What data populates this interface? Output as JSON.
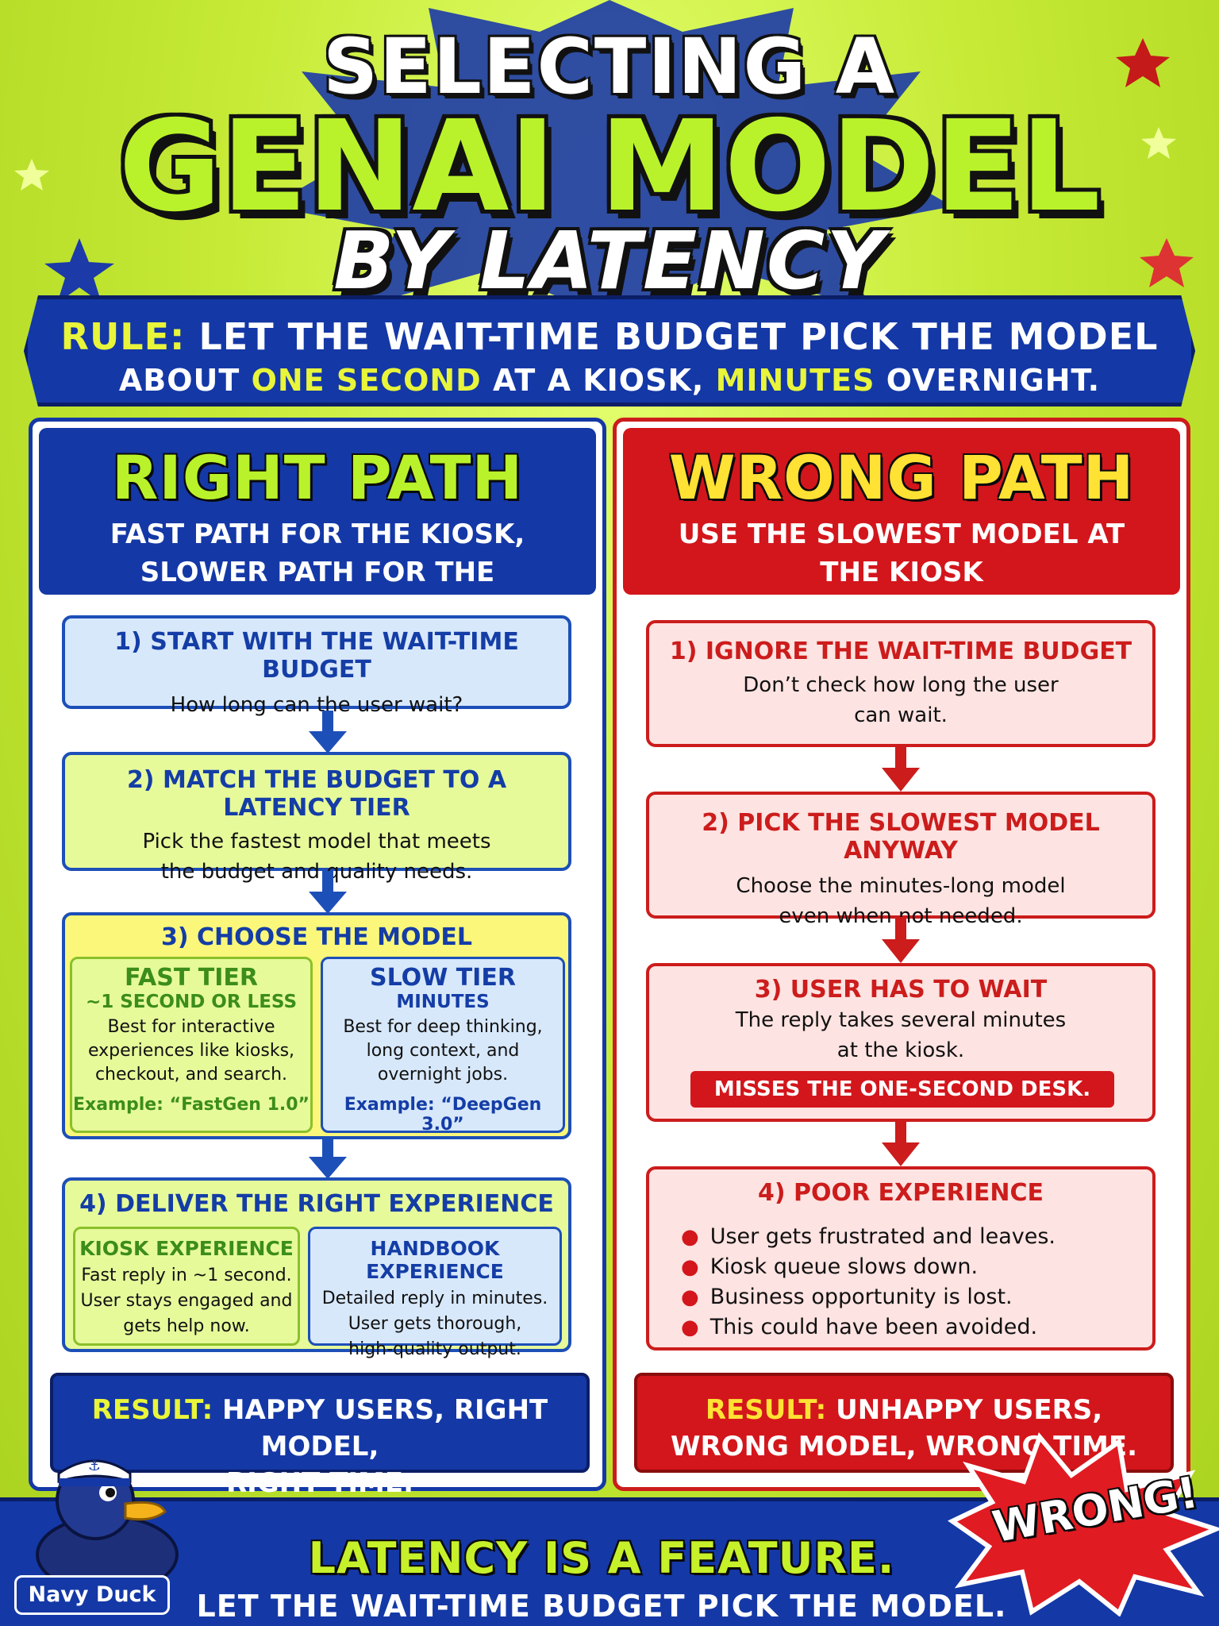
{
  "title": {
    "line1": "SELECTING A",
    "line2": "GENAI MODEL",
    "line3": "BY LATENCY"
  },
  "rule": {
    "label": "RULE:",
    "text": "LET THE WAIT-TIME BUDGET PICK THE MODEL",
    "sub_pre": "ABOUT",
    "sub_hl1": "ONE SECOND",
    "sub_mid": "AT A KIOSK,",
    "sub_hl2": "MINUTES",
    "sub_post": "OVERNIGHT."
  },
  "right_path": {
    "title": "RIGHT PATH",
    "subtitle_line1": "FAST PATH FOR THE KIOSK,",
    "subtitle_line2": "SLOWER PATH FOR THE HANDBOOK",
    "step1": {
      "title": "1) START WITH THE WAIT-TIME BUDGET",
      "body": "How long can the user wait?"
    },
    "step2": {
      "title": "2) MATCH THE BUDGET TO A LATENCY TIER",
      "body_line1": "Pick the fastest model that meets",
      "body_line2": "the budget and quality needs."
    },
    "step3": {
      "title": "3) CHOOSE THE MODEL",
      "fast": {
        "name": "FAST TIER",
        "sub": "~1 SECOND OR LESS",
        "body_line1": "Best for interactive",
        "body_line2": "experiences like kiosks,",
        "body_line3": "checkout, and search.",
        "example": "Example: “FastGen 1.0”"
      },
      "slow": {
        "name": "SLOW TIER",
        "sub": "MINUTES",
        "body_line1": "Best for deep thinking,",
        "body_line2": "long context, and",
        "body_line3": "overnight jobs.",
        "example": "Example: “DeepGen 3.0”"
      }
    },
    "step4": {
      "title": "4) DELIVER THE RIGHT EXPERIENCE",
      "kiosk": {
        "name": "KIOSK EXPERIENCE",
        "body_line1": "Fast reply in ~1 second.",
        "body_line2": "User stays engaged and",
        "body_line3": "gets help now."
      },
      "handbook": {
        "name": "HANDBOOK EXPERIENCE",
        "body_line1": "Detailed reply in minutes.",
        "body_line2": "User gets thorough,",
        "body_line3": "high-quality output."
      }
    },
    "result": {
      "label": "RESULT:",
      "line1": "HAPPY USERS, RIGHT MODEL,",
      "line2": "RIGHT TIME."
    }
  },
  "wrong_path": {
    "title": "WRONG PATH",
    "subtitle_line1": "USE THE SLOWEST MODEL AT",
    "subtitle_line2": "THE KIOSK",
    "step1": {
      "title": "1) IGNORE THE WAIT-TIME BUDGET",
      "body_line1": "Don’t check how long the user",
      "body_line2": "can wait."
    },
    "step2": {
      "title": "2) PICK THE SLOWEST MODEL ANYWAY",
      "body_line1": "Choose the minutes-long model",
      "body_line2": "even when not needed."
    },
    "step3": {
      "title": "3) USER HAS TO WAIT",
      "body_line1": "The reply takes several minutes",
      "body_line2": "at the kiosk.",
      "banner": "MISSES THE ONE-SECOND DESK."
    },
    "step4": {
      "title": "4) POOR EXPERIENCE",
      "bullets": [
        "User gets frustrated and leaves.",
        "Kiosk queue slows down.",
        "Business opportunity is lost.",
        "This could have been avoided."
      ]
    },
    "result": {
      "label": "RESULT:",
      "line1": "UNHAPPY USERS,",
      "line2": "WRONG MODEL, WRONG TIME."
    }
  },
  "footer": {
    "line1": "LATENCY IS A FEATURE.",
    "line2": "LET THE WAIT-TIME BUDGET PICK THE MODEL.",
    "mascot_label": "Navy Duck",
    "stamp": "WRONG!"
  },
  "colors": {
    "navy": "#1438a6",
    "red": "#d3161c",
    "lime": "#c6f02a",
    "yellow": "#ffe234"
  }
}
